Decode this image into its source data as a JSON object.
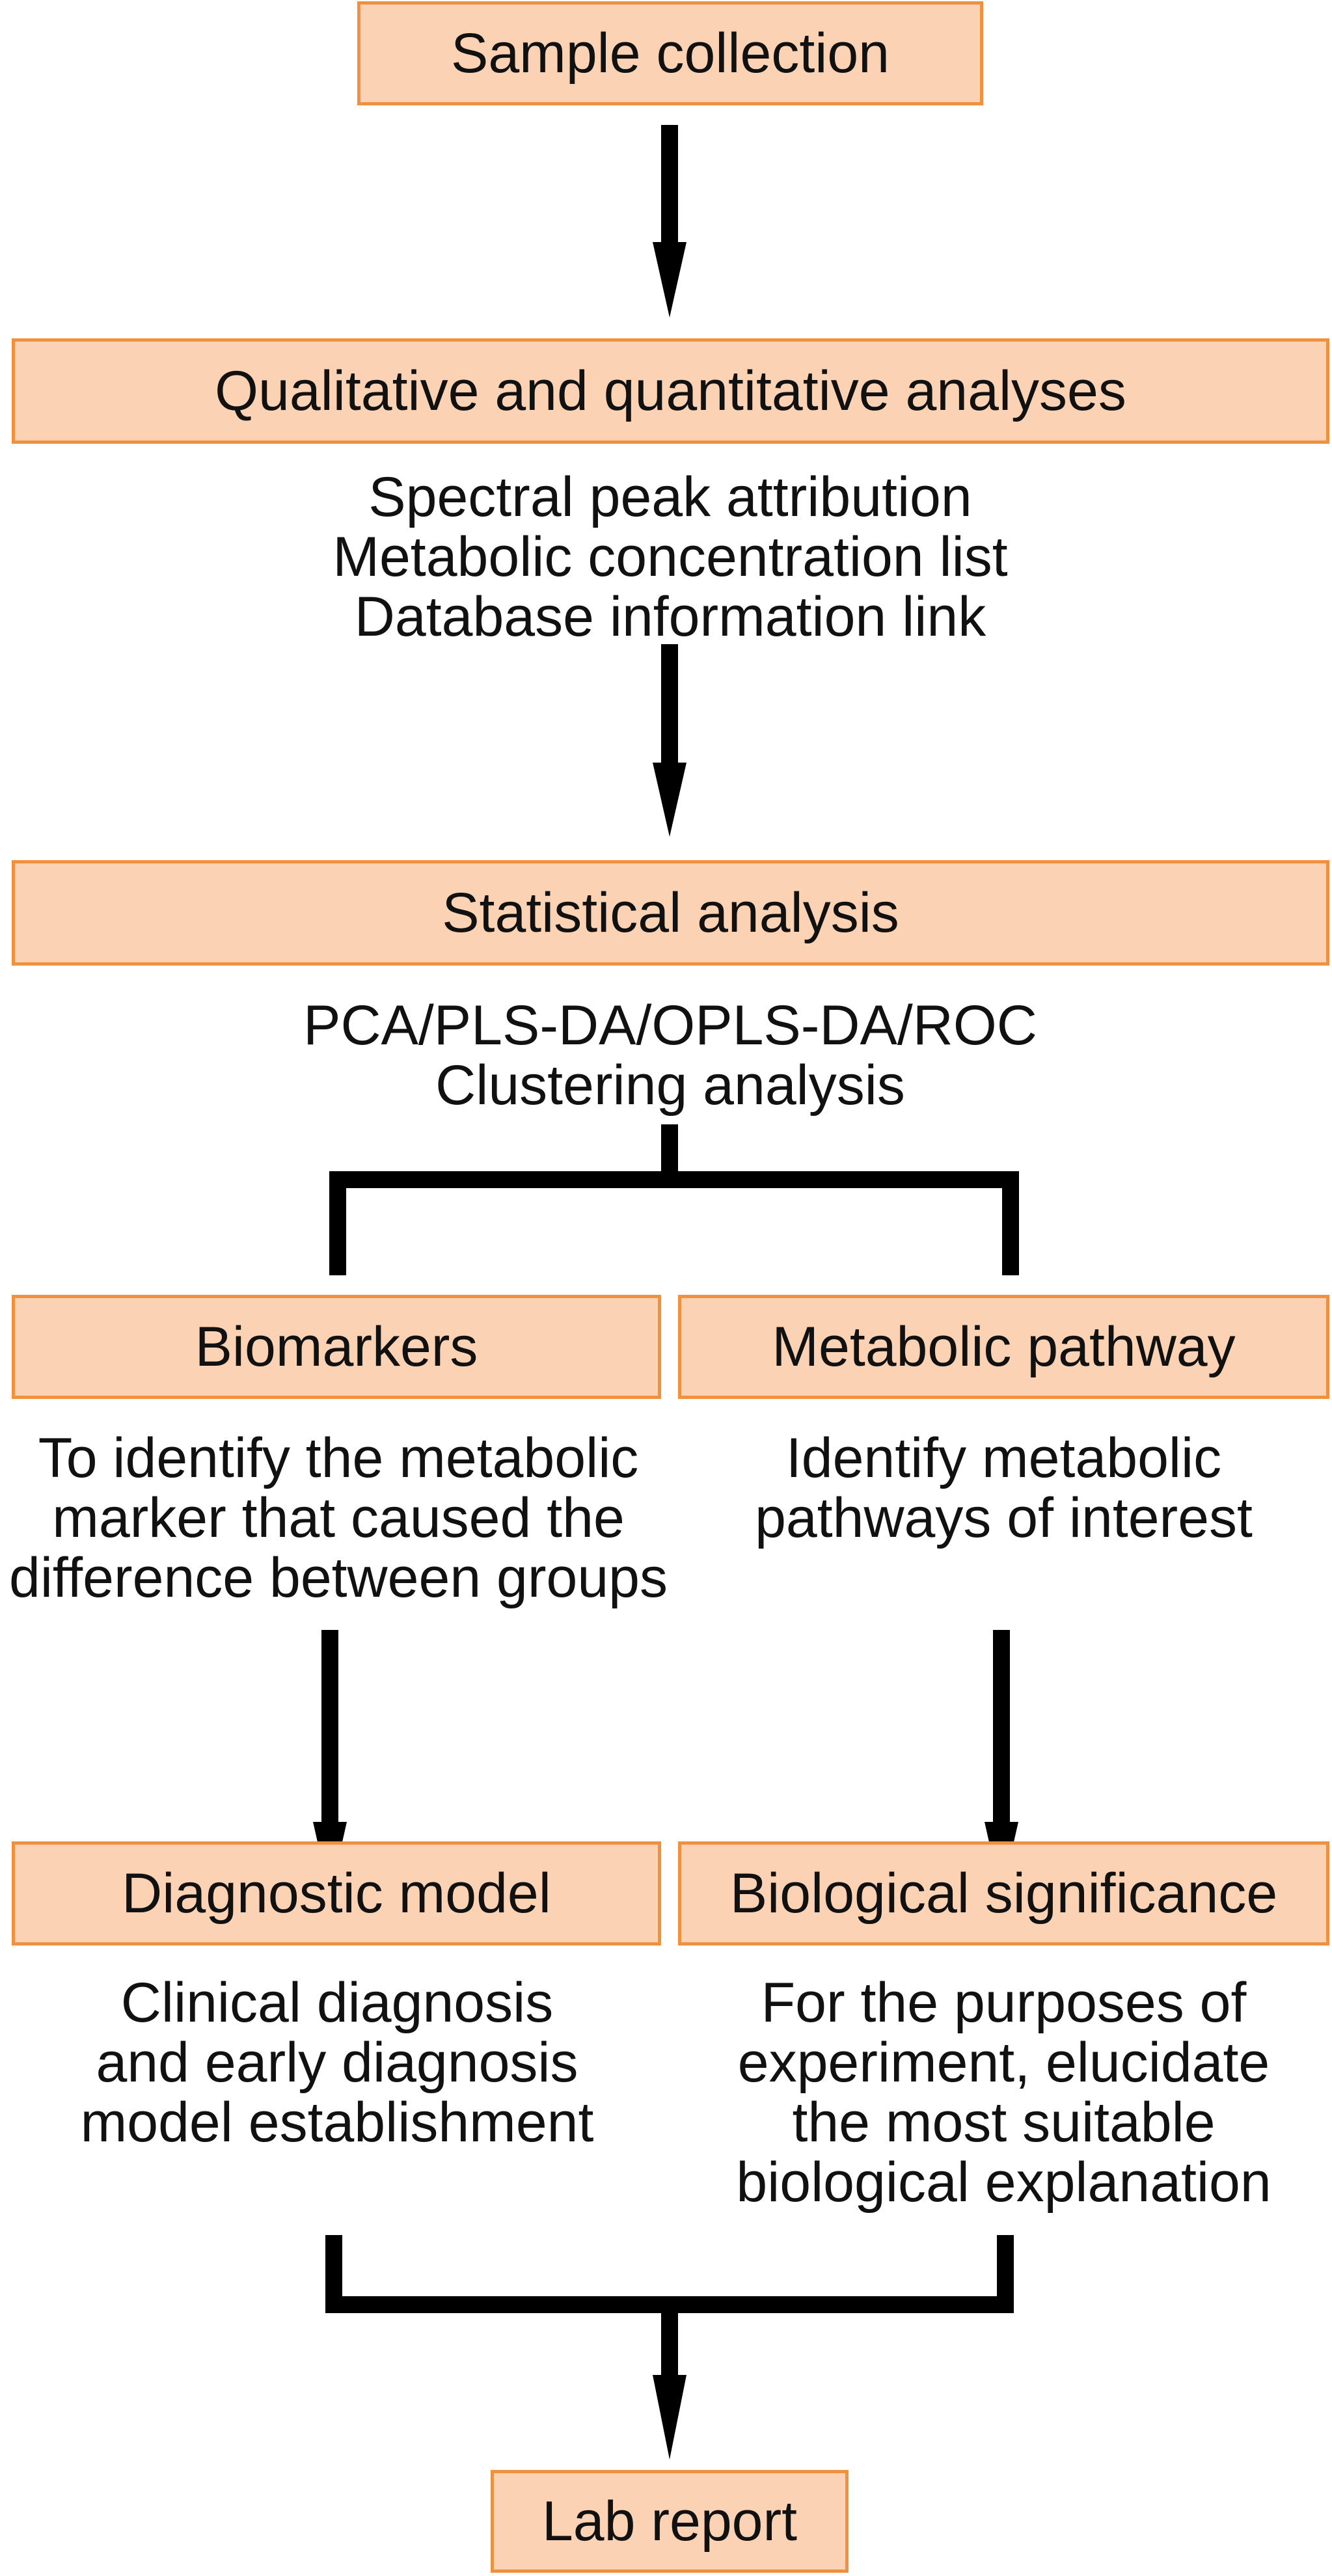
{
  "steps": {
    "sample_collection": "Sample collection",
    "qualitative": "Qualitative and quantitative analyses",
    "qualitative_notes": [
      "Spectral peak attribution",
      "Metabolic concentration list",
      "Database information link"
    ],
    "statistical": "Statistical analysis",
    "statistical_notes": [
      "PCA/PLS-DA/OPLS-DA/ROC",
      "Clustering analysis"
    ],
    "biomarkers": "Biomarkers",
    "biomarkers_notes": [
      "To identify the metabolic",
      "marker that caused the",
      "difference between groups"
    ],
    "pathway": "Metabolic pathway",
    "pathway_notes": [
      "Identify metabolic",
      "pathways of interest"
    ],
    "diagnostic": "Diagnostic model",
    "diagnostic_notes": [
      "Clinical diagnosis",
      "and early diagnosis",
      "model establishment"
    ],
    "biological": "Biological significance",
    "biological_notes": [
      "For the purposes of",
      "experiment, elucidate",
      "the most suitable",
      "biological explanation"
    ],
    "lab_report": "Lab report"
  },
  "colors": {
    "box_fill": "#fbd3b4",
    "box_border": "#f0913f",
    "arrow": "#000000"
  }
}
